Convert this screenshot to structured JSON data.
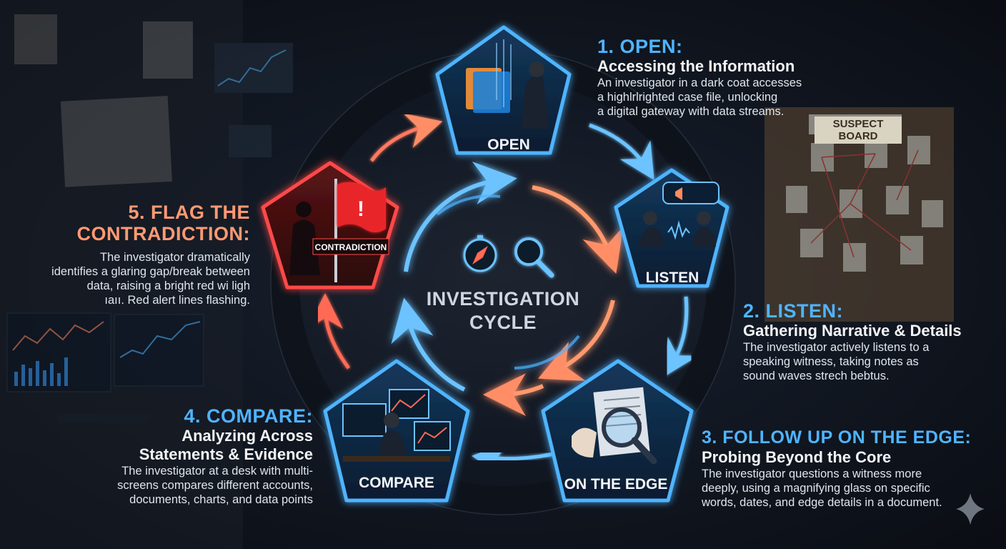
{
  "center": {
    "title_line1": "INVESTIGATION",
    "title_line2": "CYCLE",
    "icons": [
      "compass-icon",
      "magnifying-glass-icon"
    ]
  },
  "nodes": [
    {
      "label": "OPEN",
      "icon": "investigator-file-icon"
    },
    {
      "label": "LISTEN",
      "icon": "interview-icon"
    },
    {
      "label": "ON THE EDGE",
      "icon": "document-magnifier-icon"
    },
    {
      "label": "COMPARE",
      "icon": "multi-screen-desk-icon"
    },
    {
      "label": "CONTRADICTION",
      "icon": "red-flag-icon"
    }
  ],
  "steps": {
    "open": {
      "title": "1. OPEN:",
      "subtitle": "Accessing the Information",
      "desc": [
        "An investigator in a dark coat accesses",
        "a highlrlrighted case file, unlocking",
        "a digital gateway with data streams."
      ]
    },
    "listen": {
      "title": "2. LISTEN:",
      "subtitle": "Gathering Narrative & Details",
      "desc": [
        "The investigator actively listens to a",
        "speaking witness, taking notes as",
        "sound waves strech bebtus."
      ]
    },
    "edge": {
      "title": "3. FOLLOW UP ON THE EDGE:",
      "subtitle": "Probing Beyond the Core",
      "desc": [
        "The investigator questions a witness more",
        "deeply, using a magnifying glass on specific",
        "words, dates, and edge details in a document."
      ]
    },
    "compare": {
      "title": "4. COMPARE:",
      "subtitle_lines": [
        "Analyzing Across",
        "Statements & Evidence"
      ],
      "desc": [
        "The investigator at a desk with multi-",
        "screens compares different accounts,",
        "documents, charts, and data points"
      ]
    },
    "flag": {
      "title_lines": [
        "5. FLAG THE",
        "CONTRADICTION:"
      ],
      "desc": [
        "The investigator dramatically",
        "identifies a glaring gap/break between",
        "data, raising a bright red wi ligh",
        "ıaıı. Red alert lines flashing."
      ]
    }
  },
  "background": {
    "suspect_board_label": "SUSPECT BOARD"
  },
  "colors": {
    "blue": "#4fb4ff",
    "orange": "#ff8a60",
    "red": "#ff4a4a",
    "node_fill": "#0f2a45"
  }
}
